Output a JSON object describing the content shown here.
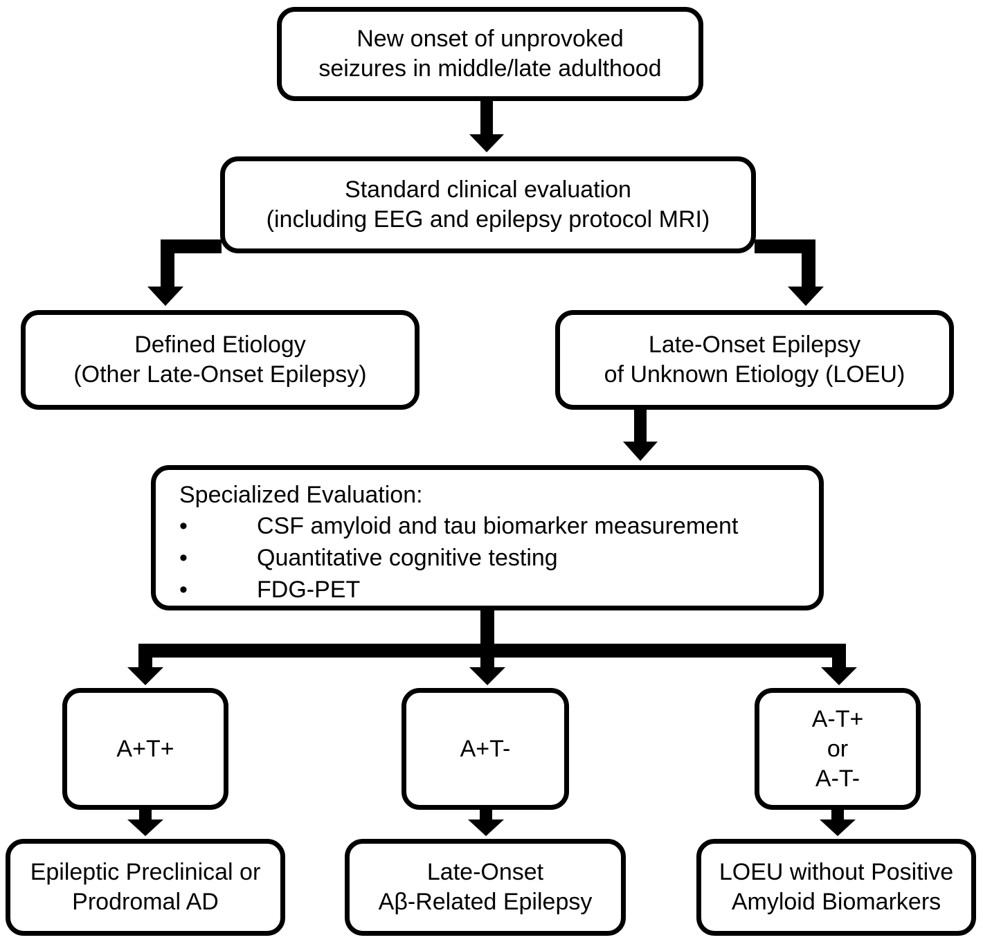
{
  "nodes": {
    "onset": {
      "lines": [
        "New onset of unprovoked",
        "seizures in middle/late adulthood"
      ]
    },
    "standard": {
      "lines": [
        "Standard clinical evaluation",
        "(including EEG and epilepsy protocol MRI)"
      ]
    },
    "defined": {
      "lines": [
        "Defined Etiology",
        "(Other Late-Onset Epilepsy)"
      ]
    },
    "loeu": {
      "lines": [
        "Late-Onset Epilepsy",
        "of Unknown Etiology (LOEU)"
      ]
    },
    "specialized": {
      "title": "Specialized Evaluation:",
      "bullet": "•",
      "items": [
        "CSF amyloid and tau biomarker measurement",
        "Quantitative cognitive testing",
        "FDG-PET"
      ]
    },
    "a_pos_t_pos": {
      "lines": [
        "A+T+"
      ]
    },
    "a_pos_t_neg": {
      "lines": [
        "A+T-"
      ]
    },
    "a_neg": {
      "lines": [
        "A-T+",
        "or",
        "A-T-"
      ]
    },
    "outcome_preclinical": {
      "lines": [
        "Epileptic Preclinical or",
        "Prodromal AD"
      ]
    },
    "outcome_abeta": {
      "lines": [
        "Late-Onset",
        "Aβ-Related Epilepsy"
      ]
    },
    "outcome_no_amyloid": {
      "lines": [
        "LOEU without Positive",
        "Amyloid Biomarkers"
      ]
    }
  },
  "style": {
    "stroke": "#000000",
    "fill": "#ffffff"
  }
}
